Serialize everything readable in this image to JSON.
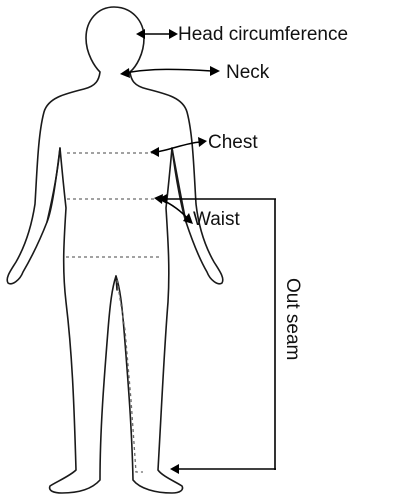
{
  "labels": {
    "head": "Head circumference",
    "neck": "Neck",
    "chest": "Chest",
    "waist": "Waist",
    "outseam": "Out seam"
  },
  "colors": {
    "outline": "#1a1a1a",
    "dashed_guides": "#6b6b6b",
    "arrows": "#000000",
    "text": "#111111",
    "background": "#ffffff"
  }
}
